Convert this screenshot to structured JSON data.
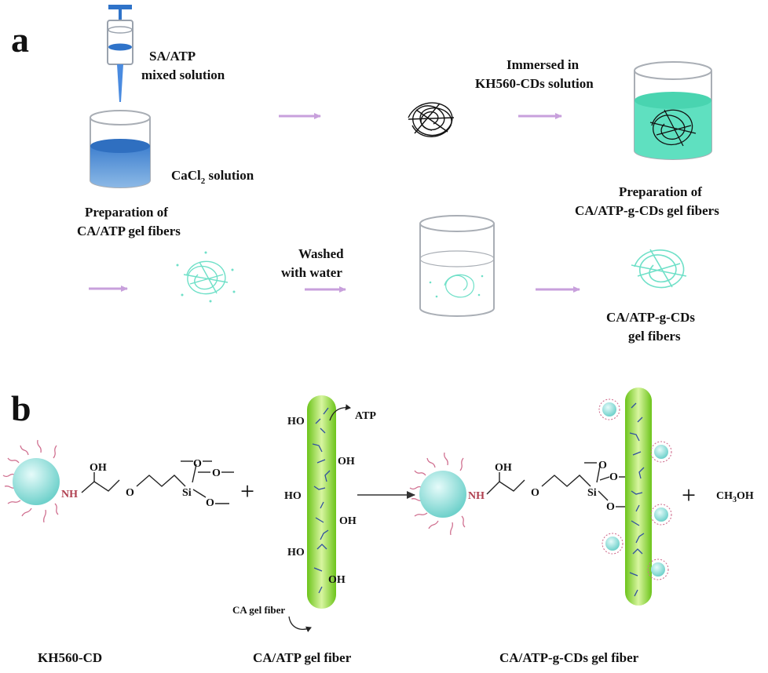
{
  "panel_a": {
    "letter": "a",
    "syringe_label": [
      "SA/ATP",
      "mixed solution"
    ],
    "cacl2_label": [
      "CaCl",
      "2",
      " solution"
    ],
    "prep_ca_atp": [
      "Preparation of",
      "CA/ATP gel fibers"
    ],
    "immersed": [
      "Immersed in",
      "KH560-CDs solution"
    ],
    "prep_grafted": [
      "Preparation of",
      "CA/ATP-g-CDs gel fibers"
    ],
    "washed": [
      "Washed",
      "with water"
    ],
    "grafted_fibers": [
      "CA/ATP-g-CDs",
      "gel fibers"
    ]
  },
  "panel_b": {
    "letter": "b",
    "nh": "NH",
    "oh": "OH",
    "o": "O",
    "si": "Si",
    "plus": "+",
    "ho": "HO",
    "atp": "ATP",
    "ca_gel_fiber": "CA gel fiber",
    "ch3oh": [
      "CH",
      "3",
      "OH"
    ],
    "caption_kh560": "KH560-CD",
    "caption_ca_atp": "CA/ATP gel fiber",
    "caption_grafted": "CA/ATP-g-CDs gel fiber"
  },
  "colors": {
    "arrow": "#c8a0dc",
    "bath_blue": "#5f9ad6",
    "cd_teal": "#5fe0c0",
    "fiber_green": "#7fd62a",
    "cd_sphere": "#7fd9d4",
    "cd_hair": "#d07090",
    "chain_blue": "#3050a0"
  }
}
